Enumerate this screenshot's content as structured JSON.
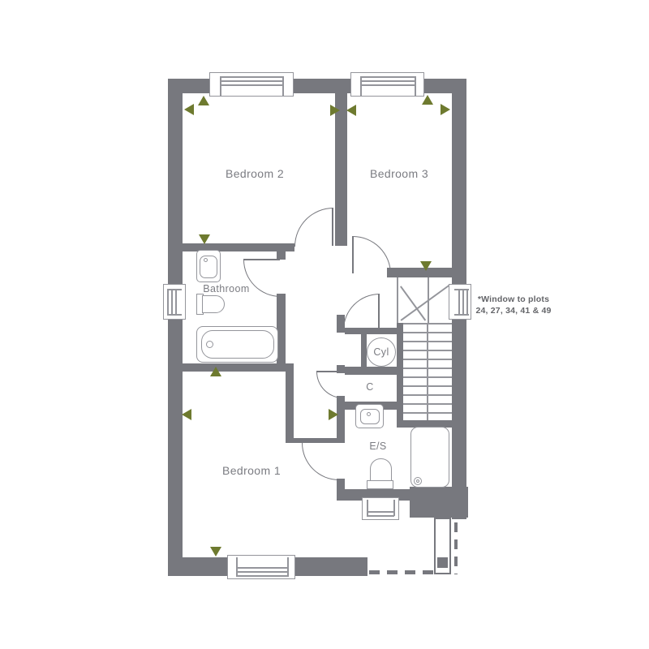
{
  "colors": {
    "wall": "#77787e",
    "line": "#94959b",
    "label": "#7b7c82",
    "annotation": "#636468",
    "accent": "#6e7a2f",
    "bg": "#ffffff"
  },
  "rooms": {
    "bedroom2": {
      "label": "Bedroom 2"
    },
    "bedroom3": {
      "label": "Bedroom 3"
    },
    "bedroom1": {
      "label": "Bedroom 1"
    },
    "bathroom": {
      "label": "Bathroom"
    },
    "ensuite": {
      "label": "E/S"
    },
    "cupboard": {
      "label": "C"
    },
    "cylinder": {
      "label": "Cyl"
    }
  },
  "annotation": {
    "line1": "*Window to plots",
    "line2": "24, 27, 34, 41 & 49"
  },
  "fixtures": {
    "bath": "bath-tub",
    "bathroom_sink": "wash-basin",
    "bathroom_toilet": "toilet",
    "ensuite_sink": "wash-basin",
    "ensuite_toilet": "toilet",
    "shower": "shower-tray",
    "stairs": "staircase",
    "cylinder": "hot-water-cylinder"
  }
}
